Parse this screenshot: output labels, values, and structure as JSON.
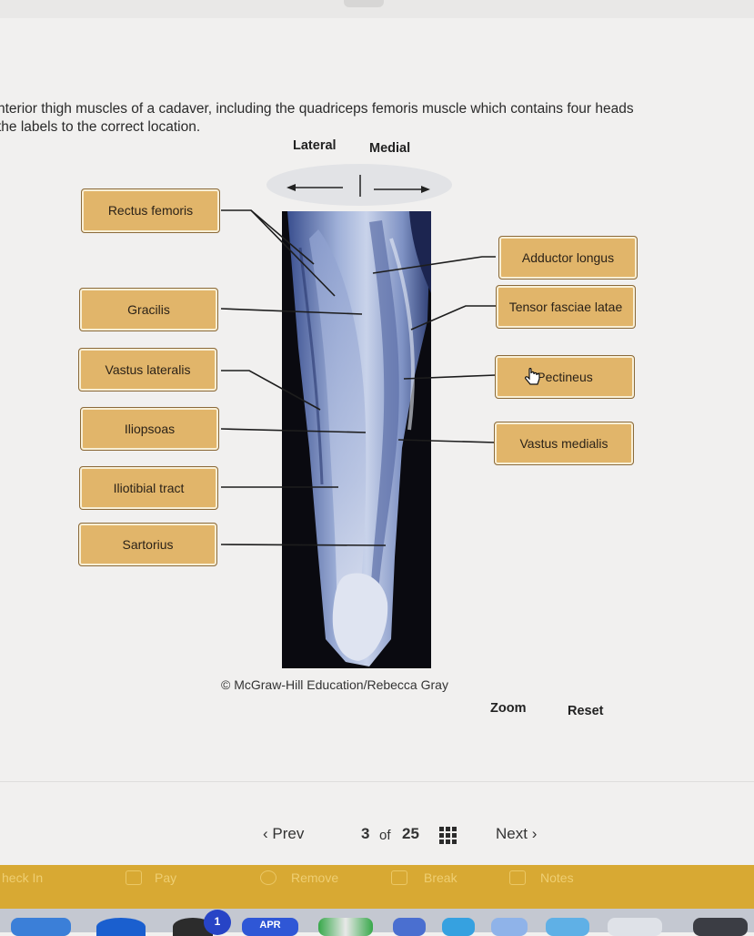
{
  "instructions": {
    "line1": "nterior thigh muscles of a cadaver, including the quadriceps femoris muscle which contains four heads",
    "line2": "the labels to the correct location."
  },
  "orientation": {
    "lateral": "Lateral",
    "medial": "Medial"
  },
  "labels_left": [
    {
      "text": "Rectus femoris"
    },
    {
      "text": "Gracilis"
    },
    {
      "text": "Vastus lateralis"
    },
    {
      "text": "Iliopsoas"
    },
    {
      "text": "Iliotibial tract"
    },
    {
      "text": "Sartorius"
    }
  ],
  "labels_right": [
    {
      "text": "Adductor longus"
    },
    {
      "text": "Tensor fasciae latae"
    },
    {
      "text": "Pectineus"
    },
    {
      "text": "Vastus medialis"
    }
  ],
  "credit": "© McGraw-Hill Education/Rebecca Gray",
  "controls": {
    "zoom": "Zoom",
    "reset": "Reset"
  },
  "pagination": {
    "prev": "Prev",
    "current": "3",
    "of": "of",
    "total": "25",
    "next": "Next"
  },
  "bottombar": {
    "check_in": "heck In",
    "pay": "Pay",
    "remove": "Remove",
    "break": "Break",
    "notes": "Notes"
  },
  "dock": {
    "notification_count": "1",
    "calendar": "APR"
  },
  "colors": {
    "label_fill": "#e1b56a",
    "accent_bar": "#d8a933",
    "badge": "#2744c6"
  }
}
